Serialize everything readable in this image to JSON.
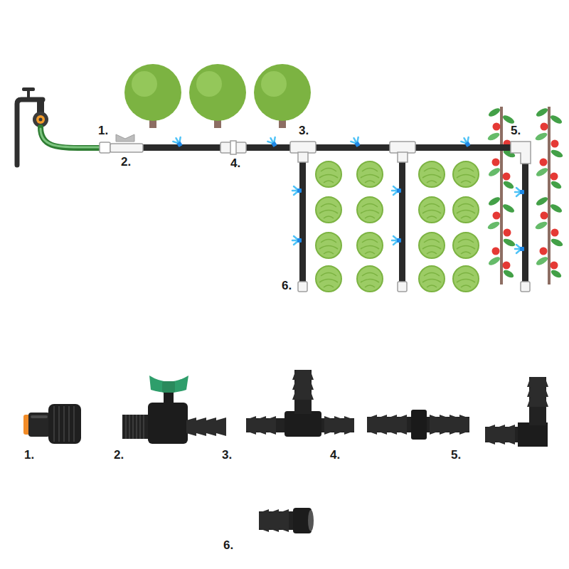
{
  "diagram": {
    "labels": [
      "1.",
      "2.",
      "3.",
      "4.",
      "5.",
      "6.",
      "1.",
      "2.",
      "3.",
      "4.",
      "5.",
      "6."
    ]
  }
}
